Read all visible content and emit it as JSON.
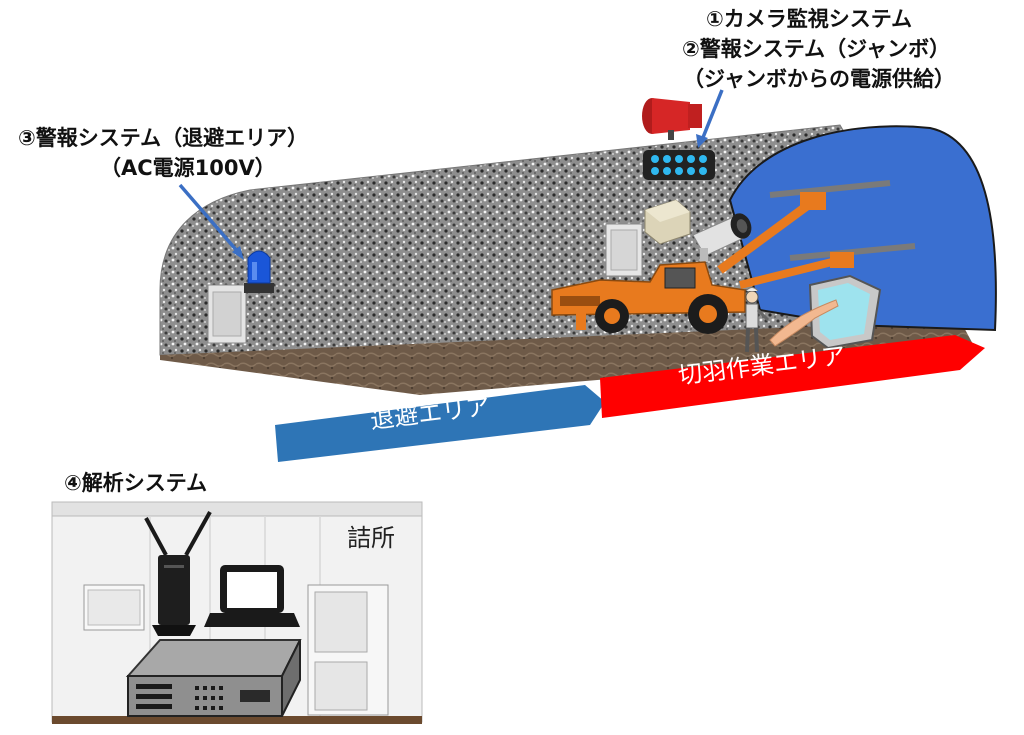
{
  "labels": {
    "camera_system": "①カメラ監視システム",
    "alarm_jumbo": "②警報システム（ジャンボ）",
    "jumbo_power": "（ジャンボからの電源供給）",
    "alarm_evac": "③警報システム（退避エリア）",
    "ac_power": "（AC電源100V）",
    "analysis_system": "④解析システム"
  },
  "areas": {
    "evacuation": "退避エリア",
    "cutting_face": "切羽作業エリア"
  },
  "office": {
    "label": "詰所"
  },
  "colors": {
    "evac_arrow": "#2e75b6",
    "cut_arrow": "#ff0000",
    "tunnel_face": "#3a6fd0",
    "pointer_arrow": "#3b6fc4",
    "jumbo_body": "#e87a1e",
    "beacon_blue": "#1a56d8",
    "siren_red": "#d62626"
  },
  "icons": [
    "camera-icon",
    "siren-icon",
    "led-light-bar-icon",
    "rotating-beacon-icon",
    "router-icon",
    "laptop-icon",
    "server-icon",
    "touch-panel-icon",
    "worker-icon",
    "drill-jumbo-icon"
  ]
}
